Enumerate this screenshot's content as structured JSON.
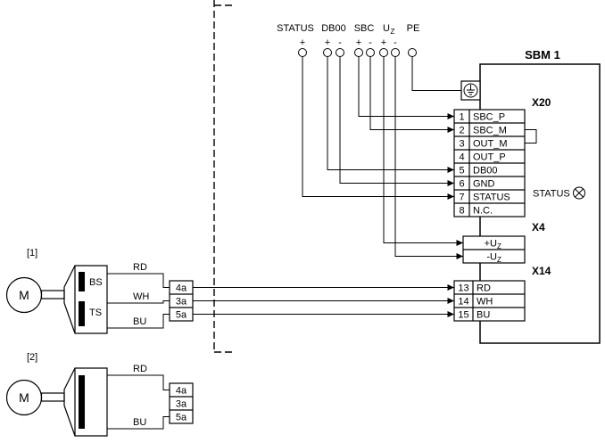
{
  "top_terminals": {
    "status": {
      "label": "STATUS",
      "plus": "+"
    },
    "db00": {
      "label": "DB00",
      "plus": "+",
      "minus": "-"
    },
    "sbc": {
      "label": "SBC",
      "plus": "+",
      "minus": "-"
    },
    "uz": {
      "base": "U",
      "sub": "Z",
      "plus": "+",
      "minus": "-"
    },
    "pe": {
      "label": "PE"
    }
  },
  "module": {
    "title": "SBM 1",
    "x20": {
      "label": "X20",
      "rows": [
        {
          "num": "1",
          "name": "SBC_P"
        },
        {
          "num": "2",
          "name": "SBC_M"
        },
        {
          "num": "3",
          "name": "OUT_M"
        },
        {
          "num": "4",
          "name": "OUT_P"
        },
        {
          "num": "5",
          "name": "DB00"
        },
        {
          "num": "6",
          "name": "GND"
        },
        {
          "num": "7",
          "name": "STATUS"
        },
        {
          "num": "8",
          "name": "N.C."
        }
      ]
    },
    "status_led": {
      "label": "STATUS"
    },
    "x4": {
      "label": "X4",
      "rows": [
        {
          "base": "+U",
          "sub": "Z"
        },
        {
          "base": "-U",
          "sub": "Z"
        }
      ]
    },
    "x14": {
      "label": "X14",
      "rows": [
        {
          "num": "13",
          "name": "RD"
        },
        {
          "num": "14",
          "name": "WH"
        },
        {
          "num": "15",
          "name": "BU"
        }
      ]
    }
  },
  "motor1": {
    "ref": "[1]",
    "motor": "M",
    "sensors": {
      "top": "BS",
      "bottom": "TS"
    },
    "wires": {
      "top": "RD",
      "mid": "WH",
      "bottom": "BU"
    },
    "terminals": [
      "4a",
      "3a",
      "5a"
    ]
  },
  "motor2": {
    "ref": "[2]",
    "motor": "M",
    "wires": {
      "top": "RD",
      "bottom": "BU"
    },
    "terminals": [
      "4a",
      "3a",
      "5a"
    ]
  }
}
